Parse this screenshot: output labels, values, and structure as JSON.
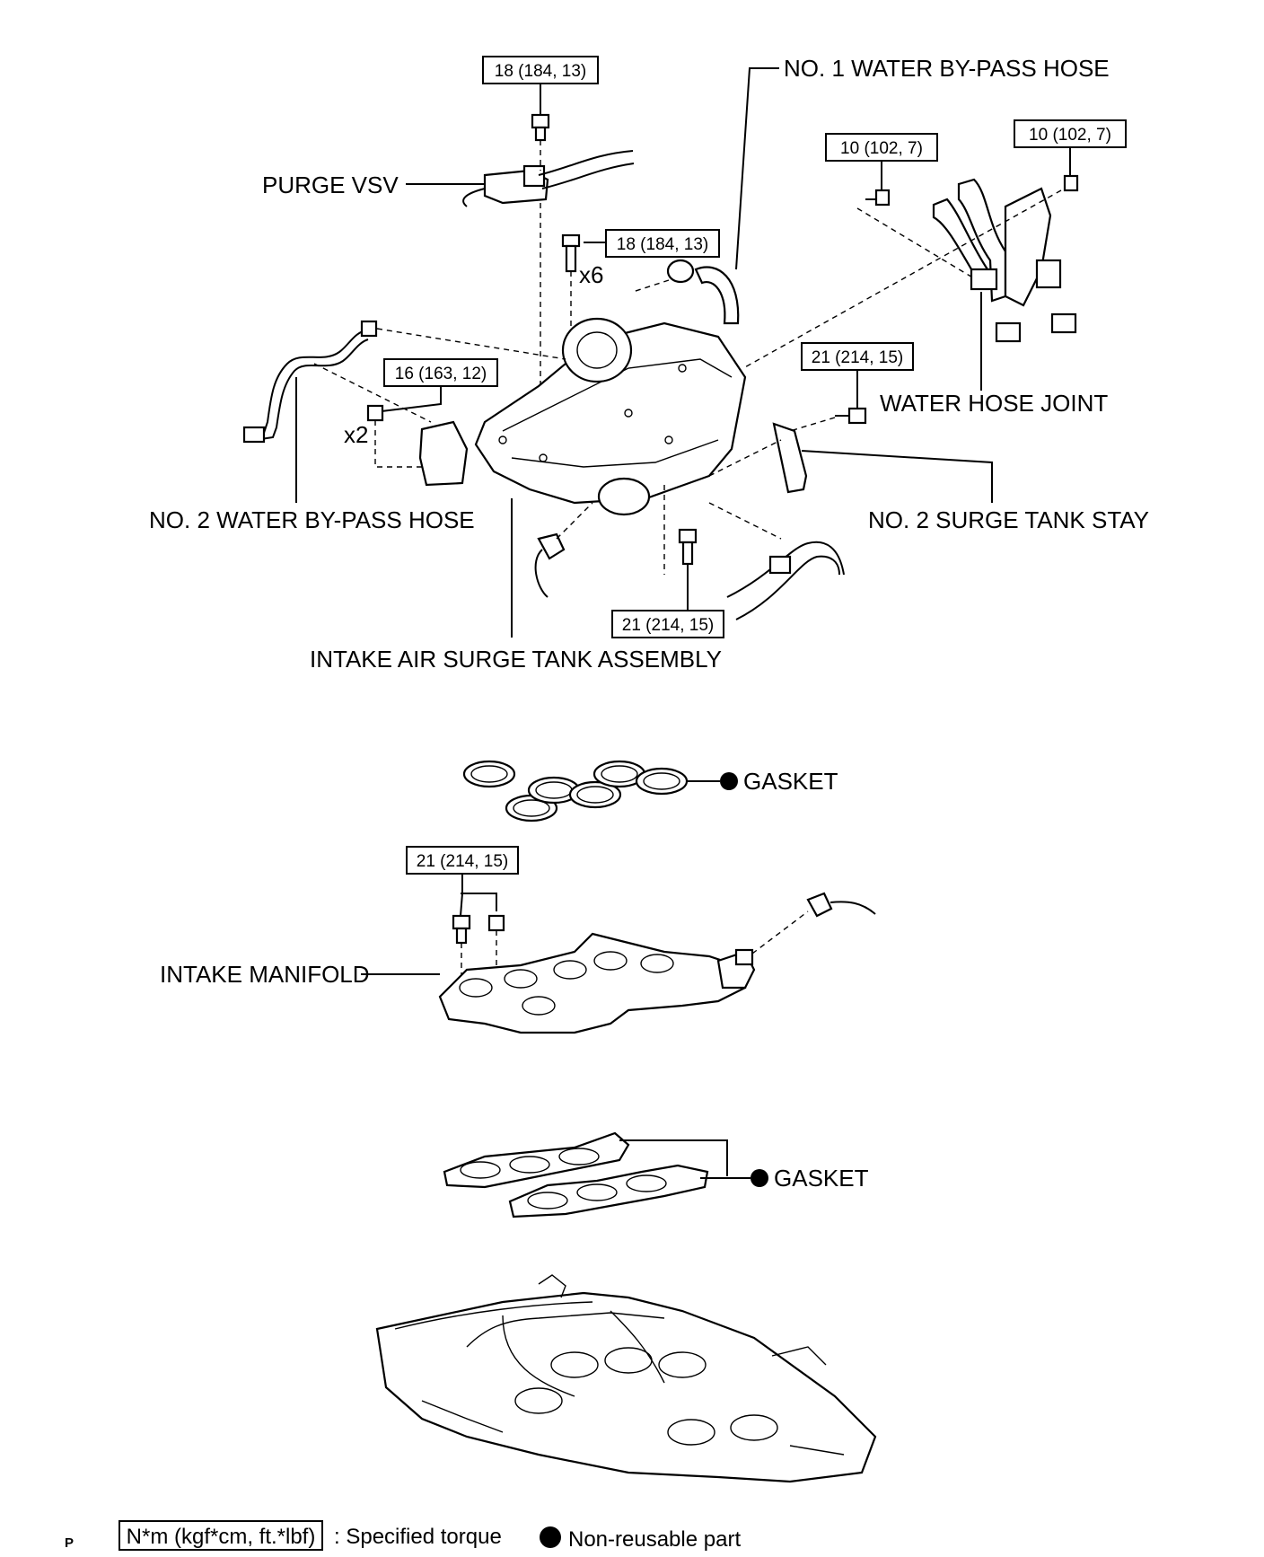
{
  "labels": {
    "no1_water_bypass_hose": "NO. 1 WATER BY-PASS HOSE",
    "purge_vsv": "PURGE VSV",
    "water_hose_joint": "WATER HOSE JOINT",
    "no2_water_bypass_hose": "NO. 2 WATER BY-PASS HOSE",
    "no2_surge_tank_stay": "NO. 2 SURGE TANK STAY",
    "intake_air_surge_tank_assembly": "INTAKE AIR SURGE TANK ASSEMBLY",
    "gasket_upper": "GASKET",
    "intake_manifold": "INTAKE MANIFOLD",
    "gasket_lower": "GASKET"
  },
  "torques": {
    "purge_vsv_bolt": "18 (184, 13)",
    "water_joint_left": "10 (102, 7)",
    "water_joint_right": "10 (102, 7)",
    "surge_tank_bolts": "18 (184, 13)",
    "surge_tank_nuts": "16 (163, 12)",
    "stay_bolt": "21 (214, 15)",
    "lower_stay_bolt": "21 (214, 15)",
    "manifold_bolts": "21 (214, 15)"
  },
  "quantities": {
    "x6": "x6",
    "x2": "x2"
  },
  "legend": {
    "torque_box": "N*m (kgf*cm, ft.*lbf)",
    "torque_text": ": Specified torque",
    "nonreusable_text": "Non-reusable part"
  },
  "corner_mark": "P"
}
